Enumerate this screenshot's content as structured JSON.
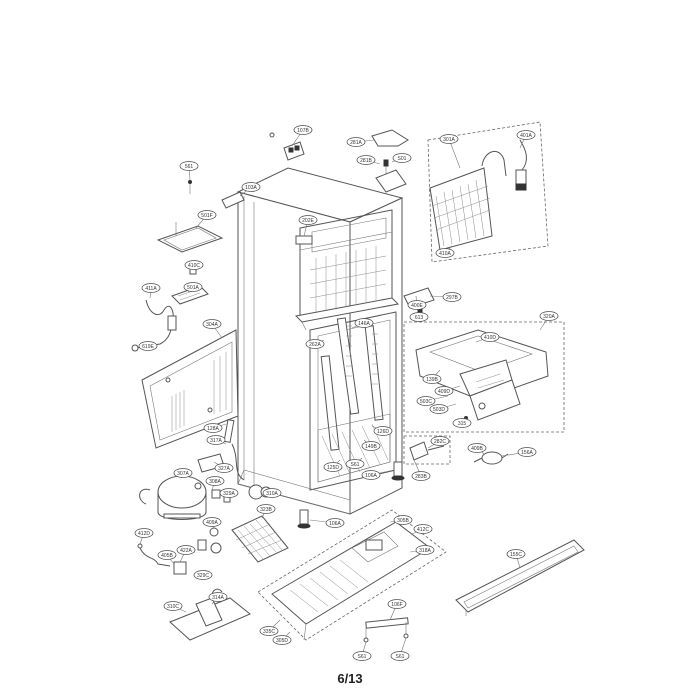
{
  "page_number": "6/13",
  "callouts": [
    {
      "id": "c-107b",
      "label": "107B"
    },
    {
      "id": "c-281a",
      "label": "281A"
    },
    {
      "id": "c-281b",
      "label": "281B"
    },
    {
      "id": "c-s01-top",
      "label": "S01"
    },
    {
      "id": "c-301a",
      "label": "301A"
    },
    {
      "id": "c-401a",
      "label": "401A"
    },
    {
      "id": "c-561",
      "label": "561"
    },
    {
      "id": "c-103a",
      "label": "103A"
    },
    {
      "id": "c-501f",
      "label": "501F"
    },
    {
      "id": "c-202e",
      "label": "202E"
    },
    {
      "id": "c-410a",
      "label": "410A"
    },
    {
      "id": "c-410c",
      "label": "410C"
    },
    {
      "id": "c-501a",
      "label": "501A"
    },
    {
      "id": "c-411a",
      "label": "411A"
    },
    {
      "id": "c-304a",
      "label": "304A"
    },
    {
      "id": "c-619e",
      "label": "619E"
    },
    {
      "id": "c-400e",
      "label": "400E"
    },
    {
      "id": "c-297b",
      "label": "297B"
    },
    {
      "id": "c-613",
      "label": "613"
    },
    {
      "id": "c-146a",
      "label": "146A"
    },
    {
      "id": "c-262a",
      "label": "262A"
    },
    {
      "id": "c-320a",
      "label": "320A"
    },
    {
      "id": "c-410d",
      "label": "410D"
    },
    {
      "id": "c-139b",
      "label": "139B"
    },
    {
      "id": "c-409d",
      "label": "409D"
    },
    {
      "id": "c-503c",
      "label": "503C"
    },
    {
      "id": "c-503d",
      "label": "503D"
    },
    {
      "id": "c-315",
      "label": "315"
    },
    {
      "id": "c-128a",
      "label": "128A"
    },
    {
      "id": "c-317a",
      "label": "317A"
    },
    {
      "id": "c-126d",
      "label": "126D"
    },
    {
      "id": "c-149b",
      "label": "149B"
    },
    {
      "id": "c-282c",
      "label": "282C"
    },
    {
      "id": "c-125d",
      "label": "125D"
    },
    {
      "id": "c-s61",
      "label": "S61"
    },
    {
      "id": "c-106a-mid",
      "label": "106A"
    },
    {
      "id": "c-283b",
      "label": "283B"
    },
    {
      "id": "c-409b",
      "label": "409B"
    },
    {
      "id": "c-156a",
      "label": "156A"
    },
    {
      "id": "c-307a",
      "label": "307A"
    },
    {
      "id": "c-327a",
      "label": "327A"
    },
    {
      "id": "c-308a",
      "label": "308A"
    },
    {
      "id": "c-329a",
      "label": "329A"
    },
    {
      "id": "c-310a",
      "label": "310A"
    },
    {
      "id": "c-323b",
      "label": "323B"
    },
    {
      "id": "c-106a-foot",
      "label": "106A"
    },
    {
      "id": "c-305b",
      "label": "305B"
    },
    {
      "id": "c-412c",
      "label": "412C"
    },
    {
      "id": "c-318a",
      "label": "318A"
    },
    {
      "id": "c-412d",
      "label": "412D"
    },
    {
      "id": "c-409a",
      "label": "409A"
    },
    {
      "id": "c-405b",
      "label": "405B"
    },
    {
      "id": "c-422a",
      "label": "422A"
    },
    {
      "id": "c-329c",
      "label": "329C"
    },
    {
      "id": "c-314a",
      "label": "314A"
    },
    {
      "id": "c-310c",
      "label": "310C"
    },
    {
      "id": "c-106f",
      "label": "106F"
    },
    {
      "id": "c-335c",
      "label": "335C"
    },
    {
      "id": "c-305d",
      "label": "305D"
    },
    {
      "id": "c-s61-bl",
      "label": "S61"
    },
    {
      "id": "c-s61-br",
      "label": "S61"
    },
    {
      "id": "c-155c",
      "label": "155C"
    }
  ]
}
